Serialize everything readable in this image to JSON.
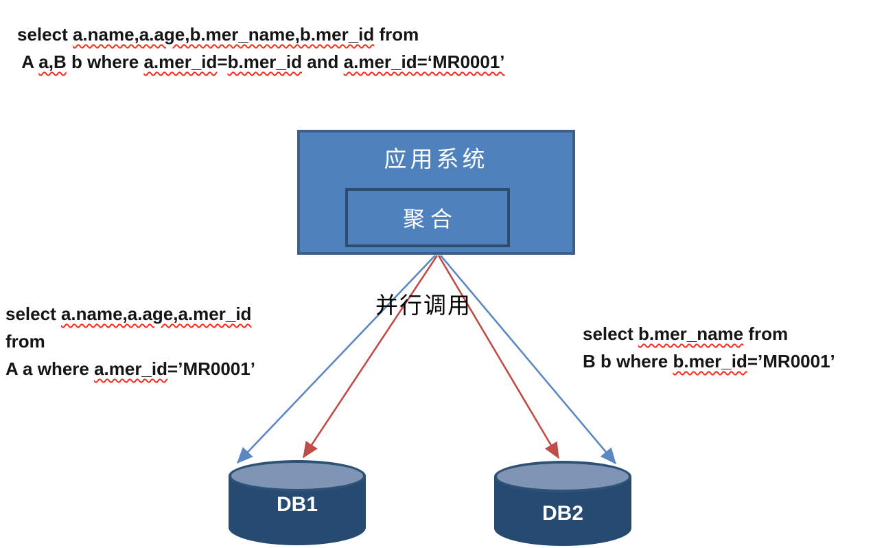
{
  "diagram_title": "parallel-query-decomposition",
  "sql_top": {
    "lines": [
      [
        {
          "t": "select ",
          "w": false
        },
        {
          "t": "a.name,a.age,b.mer_name,b.mer_id",
          "w": true
        },
        {
          "t": " from",
          "w": false
        }
      ],
      [
        {
          "t": " A ",
          "w": false
        },
        {
          "t": "a,B",
          "w": true
        },
        {
          "t": " b where ",
          "w": false
        },
        {
          "t": "a.mer_id",
          "w": true
        },
        {
          "t": "=",
          "w": false
        },
        {
          "t": "b.mer_id",
          "w": true
        },
        {
          "t": " and ",
          "w": false
        },
        {
          "t": "a.mer_id=‘MR0001’",
          "w": true
        }
      ]
    ]
  },
  "sql_left": {
    "lines": [
      [
        {
          "t": "select ",
          "w": false
        },
        {
          "t": "a.name,a.age,a.mer_id",
          "w": true
        }
      ],
      [
        {
          "t": "from",
          "w": false
        }
      ],
      [
        {
          "t": "A a where ",
          "w": false
        },
        {
          "t": "a.mer_id",
          "w": true
        },
        {
          "t": "=’MR0001’",
          "w": false
        }
      ]
    ]
  },
  "sql_right": {
    "lines": [
      [
        {
          "t": "select ",
          "w": false
        },
        {
          "t": "b.mer_name",
          "w": true
        },
        {
          "t": " from",
          "w": false
        }
      ],
      [
        {
          "t": "B b where ",
          "w": false
        },
        {
          "t": "b.mer_id",
          "w": true
        },
        {
          "t": "=’MR0001’",
          "w": false
        }
      ]
    ]
  },
  "app_box": {
    "title": "应用系统",
    "inner_label": "聚合"
  },
  "parallel_label": "并行调用",
  "databases": {
    "db1": "DB1",
    "db2": "DB2"
  },
  "colors": {
    "app_box_fill": "#4f81bd",
    "app_box_border": "#3a6090",
    "inner_box_border": "#2c4d6e",
    "cylinder_body": "#264a70",
    "cylinder_top": "#8095b3",
    "arrow_blue": "#5b87c3",
    "arrow_red": "#bf4c47",
    "squiggle_red": "#ff2a1c",
    "text_white": "#ffffff",
    "text_black": "#151515"
  }
}
